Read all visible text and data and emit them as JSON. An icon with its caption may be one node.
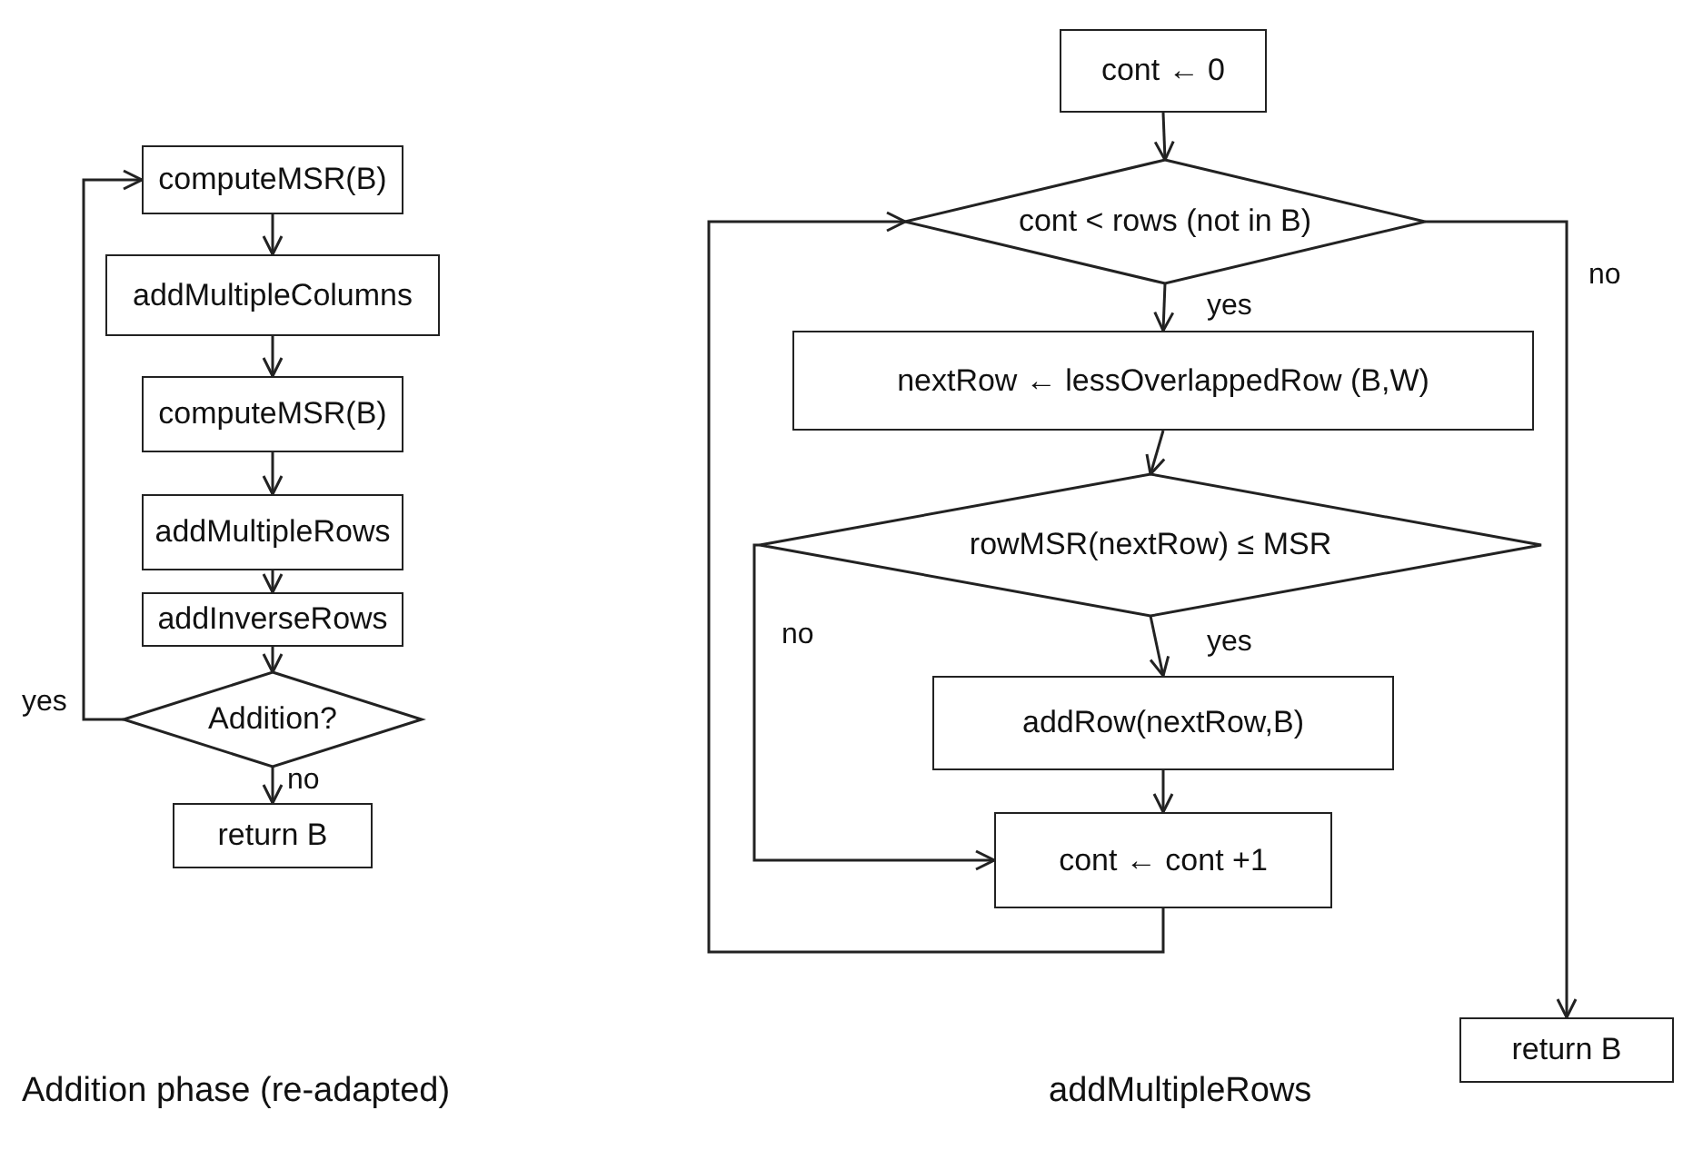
{
  "diagram": {
    "nodes": [
      {
        "text": [
          "computeMSR(B)"
        ]
      },
      {
        "text": [
          "addMultipleColumns"
        ]
      },
      {
        "text": [
          "computeMSR(B)"
        ]
      },
      {
        "text": [
          "addMultipleRows"
        ]
      },
      {
        "text": [
          "addInverseRows"
        ]
      },
      {
        "text": [
          "Addition?"
        ]
      },
      {
        "text": [
          "return B"
        ]
      },
      {
        "text": [
          "cont ← 0"
        ]
      },
      {
        "text": [
          "cont < rows (not in B)"
        ]
      },
      {
        "text": [
          "nextRow ← lessOverlappedRow (B,W)"
        ]
      },
      {
        "text": [
          "rowMSR(nextRow) ≤ MSR"
        ]
      },
      {
        "text": [
          "addRow(nextRow,B)"
        ]
      },
      {
        "text": [
          "cont ← cont +1"
        ]
      },
      {
        "text": [
          "return B"
        ]
      }
    ],
    "edges": [
      {
        "from": 0,
        "to": 1,
        "arrow": "to"
      },
      {
        "from": 1,
        "to": 2,
        "arrow": "to"
      },
      {
        "from": 2,
        "to": 3,
        "arrow": "to"
      },
      {
        "from": 3,
        "to": 4,
        "arrow": "to"
      },
      {
        "from": 4,
        "to": 5,
        "arrow": "to"
      },
      {
        "from": 5,
        "to": 0,
        "arrow": "to",
        "label": "yes"
      },
      {
        "from": 5,
        "to": 6,
        "arrow": "to",
        "label": "no"
      },
      {
        "from": 7,
        "to": 8,
        "arrow": "to"
      },
      {
        "from": 8,
        "to": 9,
        "arrow": "to",
        "label": "yes"
      },
      {
        "from": 9,
        "to": 10,
        "arrow": "to"
      },
      {
        "from": 10,
        "to": 11,
        "arrow": "to",
        "label": "yes"
      },
      {
        "from": 10,
        "to": 12,
        "arrow": "to",
        "label": "no"
      },
      {
        "from": 11,
        "to": 12,
        "arrow": "to"
      },
      {
        "from": 12,
        "to": 8,
        "arrow": "to"
      },
      {
        "from": 8,
        "to": 13,
        "arrow": "to",
        "label": "no"
      }
    ],
    "labels": [
      "Addition phase (re-adapted)",
      "addMultipleRows"
    ]
  }
}
